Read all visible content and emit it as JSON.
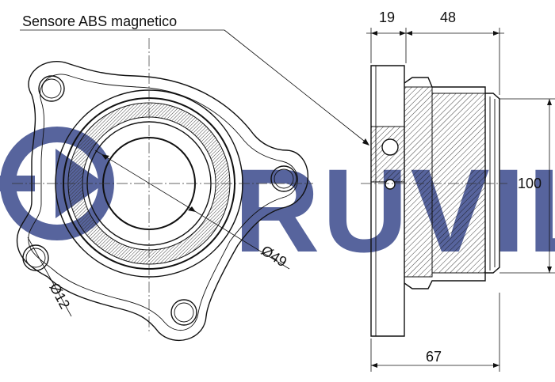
{
  "callout": {
    "label": "Sensore ABS magnetico"
  },
  "dimensions": {
    "width_flange": "19",
    "width_body": "48",
    "height_total": "100",
    "width_total": "67",
    "bore_diameter": "Ø49",
    "hole_diameter": "Ø12"
  },
  "watermark": {
    "text": "RUVILLE",
    "color": "#3a4a8c"
  },
  "colors": {
    "line": "#111111",
    "watermark": "#3a4a8c"
  }
}
